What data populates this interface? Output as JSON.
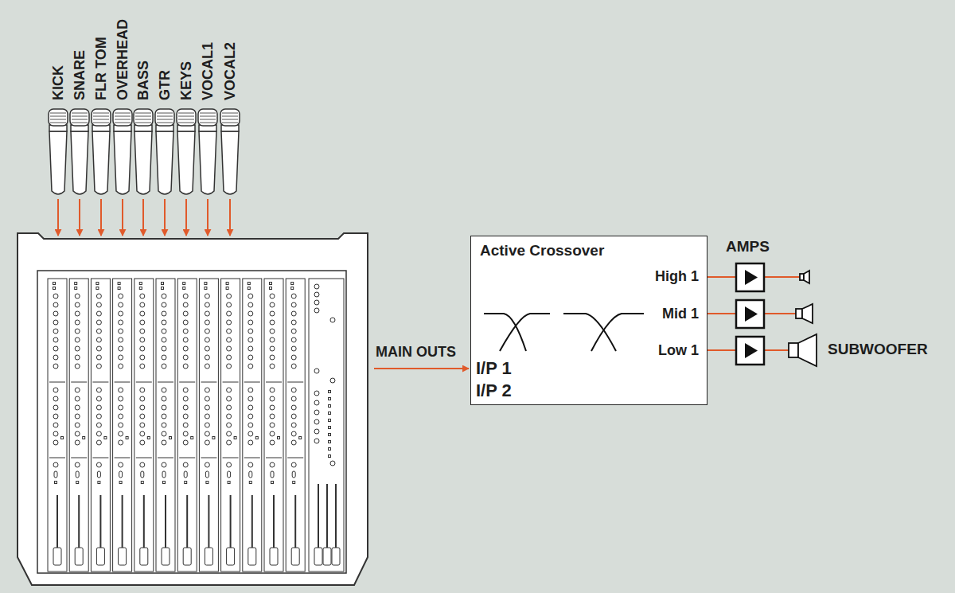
{
  "diagram": {
    "nodes": [
      {
        "text": [
          "Active Crossover",
          "High 1",
          "Mid 1",
          "Low 1",
          "I/P 1",
          "I/P 2"
        ]
      }
    ],
    "labels": [
      "KICK",
      "SNARE",
      "FLR TOM",
      "OVERHEAD",
      "BASS",
      "GTR",
      "KEYS",
      "VOCAL1",
      "VOCAL2",
      "MAIN OUTS",
      "AMPS",
      "SUBWOOFER"
    ]
  }
}
